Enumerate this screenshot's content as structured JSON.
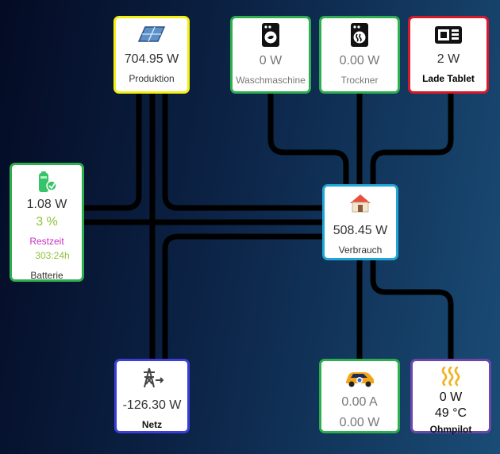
{
  "produktion": {
    "value": "704.95 W",
    "label": "Produktion"
  },
  "waschmaschine": {
    "value": "0 W",
    "label": "Waschmaschine"
  },
  "trockner": {
    "value": "0.00 W",
    "label": "Trockner"
  },
  "ladetablet": {
    "value": "2 W",
    "label": "Lade Tablet"
  },
  "batterie": {
    "value": "1.08 W",
    "percent": "3 %",
    "restzeit_label": "Restzeit",
    "restzeit": "303:24h",
    "label": "Batterie"
  },
  "verbrauch": {
    "value": "508.45 W",
    "label": "Verbrauch"
  },
  "netz": {
    "value": "-126.30 W",
    "label": "Netz"
  },
  "auto": {
    "current": "0.00 A",
    "power": "0.00 W"
  },
  "ohmpilot": {
    "power": "0 W",
    "temp": "49 °C",
    "label": "Ohmpilot"
  },
  "colors": {
    "produktion_border": "#f2ef12",
    "green_border": "#2eae4e",
    "red_border": "#d7192a",
    "cyan_border": "#1fa6d6",
    "blue_border": "#3b3fd8",
    "purple_border": "#6a47ad",
    "percent": "#8ec33a",
    "restzeit_label": "#c92ec4",
    "restzeit": "#8ec33a"
  },
  "icons": [
    "solar-panel-icon",
    "washing-machine-icon",
    "dryer-icon",
    "tablet-icon",
    "battery-icon",
    "house-icon",
    "power-pylon-icon",
    "car-icon",
    "heating-icon"
  ]
}
